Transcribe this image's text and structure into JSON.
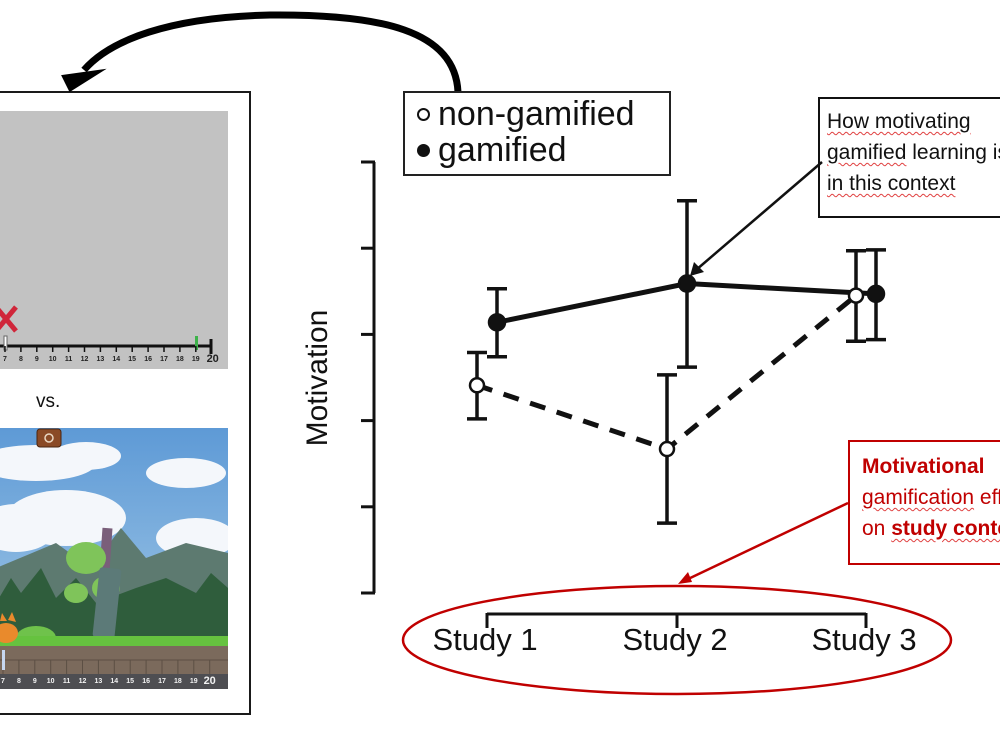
{
  "left_panel": {
    "plain_task": {
      "description": "non-gamified number line task",
      "background": "#c2c2c2",
      "numberline_labels": [
        "7",
        "8",
        "9",
        "10",
        "11",
        "12",
        "13",
        "14",
        "15",
        "16",
        "17",
        "18",
        "19",
        "20"
      ],
      "marker_icon": "x-mark-icon",
      "marker_color": "#d0263a",
      "target_color": "#3db34a"
    },
    "vs_label": "vs.",
    "game_task": {
      "description": "gamified number line task",
      "numberline_labels": [
        "7",
        "8",
        "9",
        "10",
        "11",
        "12",
        "13",
        "14",
        "15",
        "16",
        "17",
        "18",
        "19",
        "20"
      ],
      "settings_icon": "gear-icon",
      "character_icon": "fox-character-icon"
    }
  },
  "legend": {
    "items": [
      {
        "label": "non-gamified",
        "marker": "open-circle"
      },
      {
        "label": "gamified",
        "marker": "filled-circle"
      }
    ]
  },
  "chart_data": {
    "type": "line",
    "title": "",
    "xlabel": "",
    "ylabel": "Motivation",
    "categories": [
      "Study 1",
      "Study 2",
      "Study 3"
    ],
    "ylim": [
      0,
      5
    ],
    "ytick_count": 6,
    "yticks_labeled": false,
    "grid": false,
    "legend_position": "top-left",
    "series": [
      {
        "name": "non-gamified",
        "marker": "open-circle",
        "line_style": "dashed",
        "values": [
          2.41,
          1.67,
          3.45
        ],
        "err_low": [
          2.02,
          0.81,
          2.92
        ],
        "err_high": [
          2.79,
          2.53,
          3.97
        ]
      },
      {
        "name": "gamified",
        "marker": "filled-circle",
        "line_style": "solid",
        "values": [
          3.14,
          3.59,
          3.47
        ],
        "err_low": [
          2.74,
          2.62,
          2.94
        ],
        "err_high": [
          3.53,
          4.55,
          3.98
        ]
      }
    ]
  },
  "callouts": {
    "black": {
      "lines": [
        [
          {
            "text": "How motivating",
            "squiggle": true
          }
        ],
        [
          {
            "text": "gamified",
            "squiggle": true
          },
          {
            "text": " learning is",
            "squiggle": false
          }
        ],
        [
          {
            "text": "in this context",
            "squiggle": true
          }
        ]
      ],
      "color": "#111111"
    },
    "red": {
      "lines": [
        [
          {
            "text": "Motivational",
            "bold": true
          }
        ],
        [
          {
            "text": "gamification",
            "squiggle": true
          },
          {
            "text": " effects",
            "squiggle": false
          }
        ],
        [
          {
            "text": "on ",
            "bold": false
          },
          {
            "text": "study context",
            "bold": true,
            "squiggle": true
          }
        ]
      ],
      "color": "#c00000"
    }
  },
  "colors": {
    "accent_red": "#c00000",
    "ink": "#111111"
  }
}
